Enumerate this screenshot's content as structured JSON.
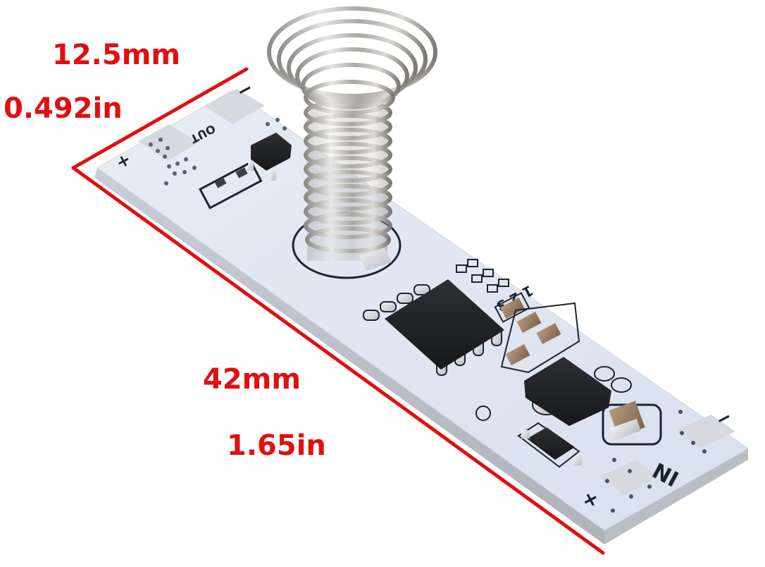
{
  "image": {
    "subject": "Touch sensor switch PCB module with conical spring",
    "background_color": "#ffffff",
    "annotation_color": "#e01010"
  },
  "dimensions": {
    "width_mm": "12.5mm",
    "width_in": "0.492in",
    "length_mm": "42mm",
    "length_in": "1.65in"
  },
  "pcb": {
    "board_color": "#dfe6f2",
    "silkscreen_color": "#1c2430",
    "labels": {
      "out_label": "OUT",
      "in_label": "IN",
      "plus_left": "+",
      "minus_left": "−",
      "plus_right": "+",
      "minus_right": "−",
      "pad_numbers": "1 2 3"
    },
    "components": [
      {
        "name": "spring",
        "type": "conical touch spring"
      },
      {
        "name": "ic",
        "type": "SOP-8 chip"
      },
      {
        "name": "mosfet",
        "type": "SOT-89 transistor"
      },
      {
        "name": "sot23",
        "type": "SOT-23 transistor"
      },
      {
        "name": "diode",
        "type": "SOD diode"
      },
      {
        "name": "capacitors",
        "type": "SMD capacitors"
      }
    ]
  }
}
